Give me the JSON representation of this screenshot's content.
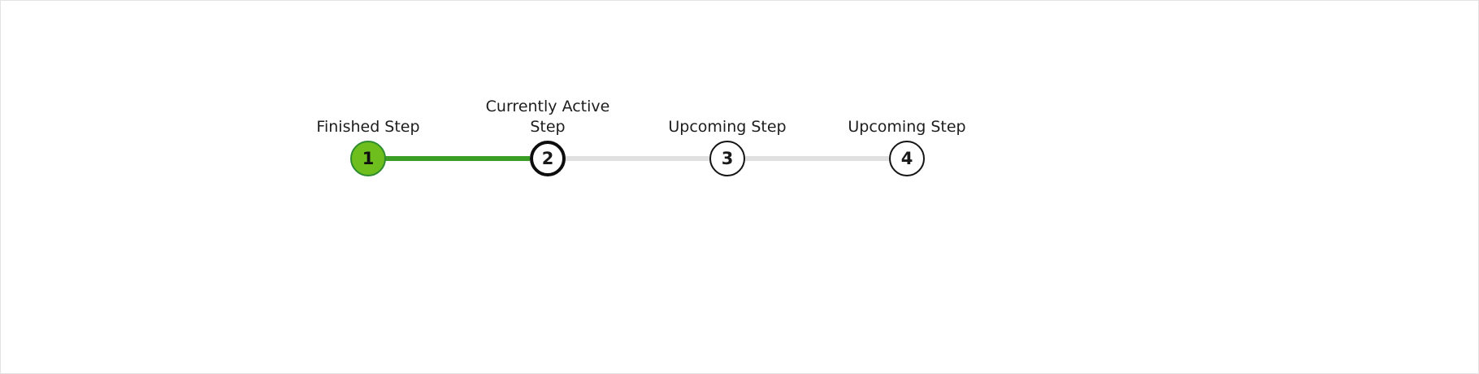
{
  "stepper": {
    "orientation": "horizontal",
    "current_step": 2,
    "total_steps": 4,
    "colors": {
      "finished_fill": "#6ebe1e",
      "finished_border": "#2e8b30",
      "finished_connector": "#3a9e24",
      "active_ring": "#0d0d0d",
      "upcoming_ring": "#141414",
      "upcoming_connector": "#e0e0e0",
      "label_text": "#1d1d1d",
      "canvas_border": "#e3e3e3"
    },
    "steps": [
      {
        "number": "1",
        "label": "Finished Step",
        "state": "done"
      },
      {
        "number": "2",
        "label": "Currently Active\nStep",
        "state": "active"
      },
      {
        "number": "3",
        "label": "Upcoming Step",
        "state": "upcoming"
      },
      {
        "number": "4",
        "label": "Upcoming Step",
        "state": "upcoming"
      }
    ]
  }
}
